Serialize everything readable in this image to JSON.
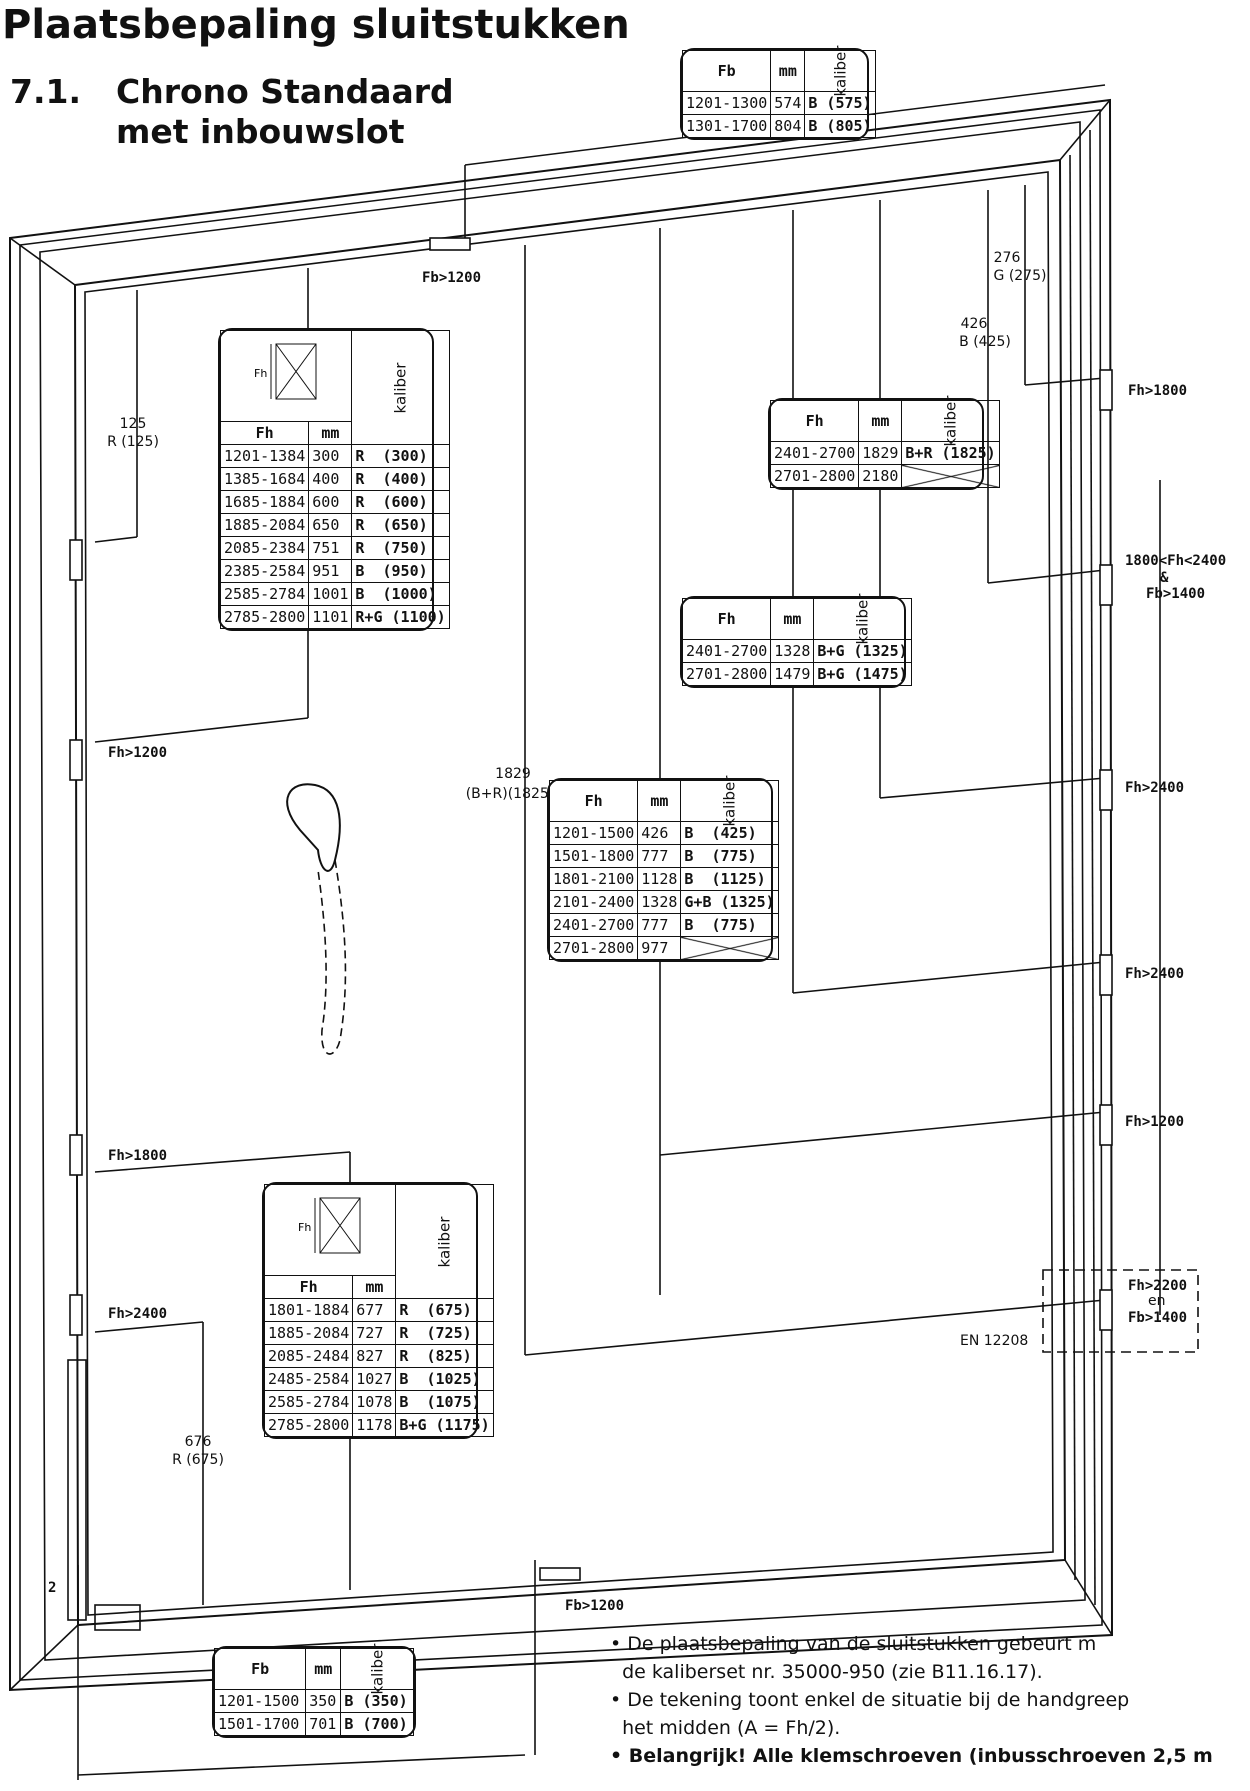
{
  "header": {
    "title": "Plaatsbepaling sluitstukken",
    "section_number": "7.1.",
    "section_line1": "Chrono Standaard",
    "section_line2": "met inbouwslot"
  },
  "table_headers": {
    "fb": "Fb",
    "fh": "Fh",
    "mm": "mm",
    "kaliber": "kaliber"
  },
  "tables": {
    "top": [
      {
        "range": "1201-1300",
        "mm": "574",
        "kaliber": "B (575)"
      },
      {
        "range": "1301-1700",
        "mm": "804",
        "kaliber": "B (805)"
      }
    ],
    "left_upper": [
      {
        "range": "1201-1384",
        "mm": "300",
        "kaliber": "R  (300)"
      },
      {
        "range": "1385-1684",
        "mm": "400",
        "kaliber": "R  (400)"
      },
      {
        "range": "1685-1884",
        "mm": "600",
        "kaliber": "R  (600)"
      },
      {
        "range": "1885-2084",
        "mm": "650",
        "kaliber": "R  (650)"
      },
      {
        "range": "2085-2384",
        "mm": "751",
        "kaliber": "R  (750)"
      },
      {
        "range": "2385-2584",
        "mm": "951",
        "kaliber": "B  (950)"
      },
      {
        "range": "2585-2784",
        "mm": "1001",
        "kaliber": "B  (1000)"
      },
      {
        "range": "2785-2800",
        "mm": "1101",
        "kaliber": "R+G (1100)"
      }
    ],
    "right_upper": [
      {
        "range": "2401-2700",
        "mm": "1829",
        "kaliber": "B+R (1825)"
      },
      {
        "range": "2701-2800",
        "mm": "2180",
        "kaliber": ""
      }
    ],
    "right_middle": [
      {
        "range": "2401-2700",
        "mm": "1328",
        "kaliber": "B+G (1325)"
      },
      {
        "range": "2701-2800",
        "mm": "1479",
        "kaliber": "B+G (1475)"
      }
    ],
    "center": [
      {
        "range": "1201-1500",
        "mm": "426",
        "kaliber": "B  (425)"
      },
      {
        "range": "1501-1800",
        "mm": "777",
        "kaliber": "B  (775)"
      },
      {
        "range": "1801-2100",
        "mm": "1128",
        "kaliber": "B  (1125)"
      },
      {
        "range": "2101-2400",
        "mm": "1328",
        "kaliber": "G+B (1325)"
      },
      {
        "range": "2401-2700",
        "mm": "777",
        "kaliber": "B  (775)"
      },
      {
        "range": "2701-2800",
        "mm": "977",
        "kaliber": ""
      }
    ],
    "left_lower": [
      {
        "range": "1801-1884",
        "mm": "677",
        "kaliber": "R  (675)"
      },
      {
        "range": "1885-2084",
        "mm": "727",
        "kaliber": "R  (725)"
      },
      {
        "range": "2085-2484",
        "mm": "827",
        "kaliber": "R  (825)"
      },
      {
        "range": "2485-2584",
        "mm": "1027",
        "kaliber": "B  (1025)"
      },
      {
        "range": "2585-2784",
        "mm": "1078",
        "kaliber": "B  (1075)"
      },
      {
        "range": "2785-2800",
        "mm": "1178",
        "kaliber": "B+G (1175)"
      }
    ],
    "bottom": [
      {
        "range": "1201-1500",
        "mm": "350",
        "kaliber": "B (350)"
      },
      {
        "range": "1501-1700",
        "mm": "701",
        "kaliber": "B (700)"
      }
    ]
  },
  "conditions": {
    "fb1200": "Fb>1200",
    "fh1200": "Fh>1200",
    "fh1800": "Fh>1800",
    "fh2400": "Fh>2400",
    "fh2200": "Fh>2200",
    "en": "en",
    "fb1400": "Fb>1400",
    "range_line1": "1800<Fh<2400",
    "range_line2": "&",
    "range_line3": "Fb>1400",
    "norm": "EN 12208",
    "dim_2": "2"
  },
  "dimensions": {
    "d125_num": "125",
    "d125_kal": "R (125)",
    "d276_num": "276",
    "d276_kal": "G (275)",
    "d426_num": "426",
    "d426_kal": "B (425)",
    "d1829_num": "1829",
    "d1829_kal": "(B+R)(1825)",
    "d676_num": "676",
    "d676_kal": "R (675)",
    "fh_label": "Fh"
  },
  "notes": [
    "• De plaatsbepaling van de sluitstukken gebeurt m",
    "  de kaliberset nr. 35000-950 (zie B11.16.17).",
    "• De tekening toont enkel de situatie bij de handgreep",
    "  het midden (A = Fh/2).",
    "• Belangrijk! Alle klemschroeven (inbusschroeven 2,5 m"
  ]
}
